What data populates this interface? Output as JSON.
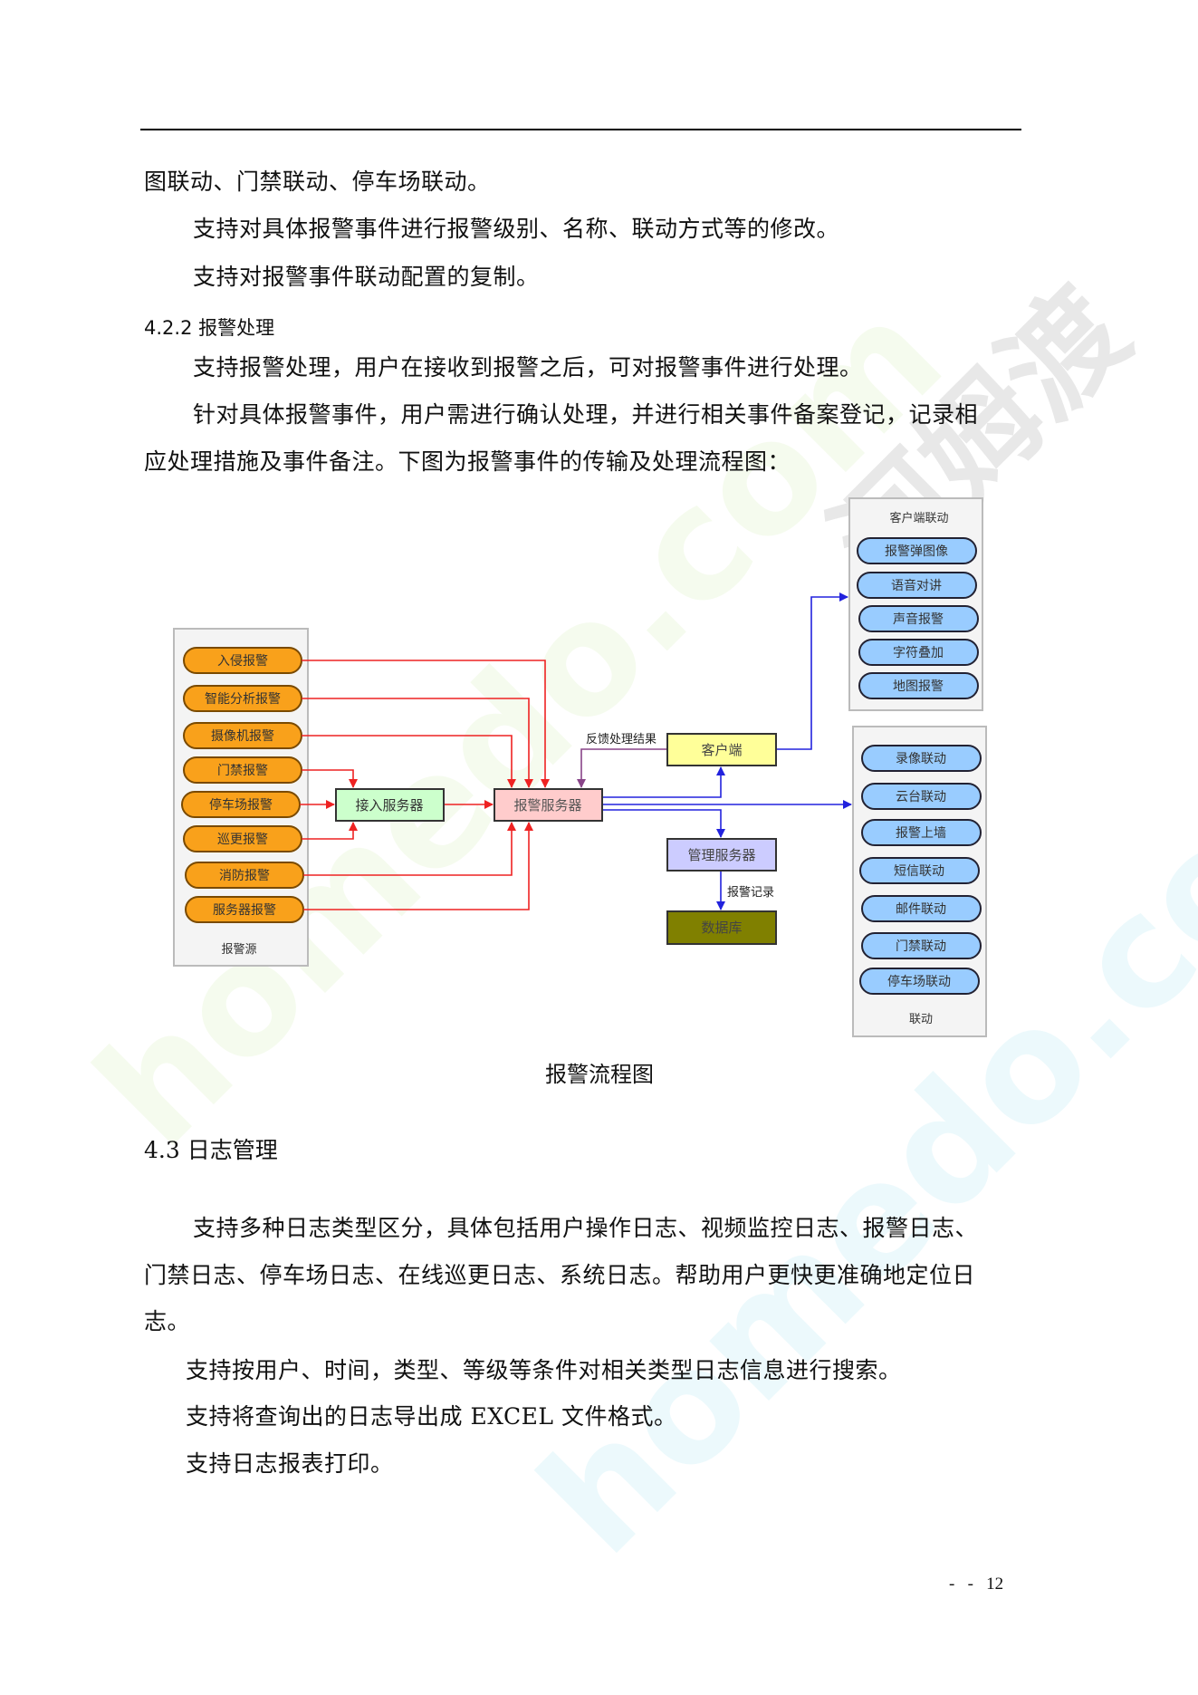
{
  "body": {
    "lines_top": [
      "图联动、门禁联动、停车场联动。",
      "支持对具体报警事件进行报警级别、名称、联动方式等的修改。",
      "支持对报警事件联动配置的复制。"
    ],
    "heading_422": "4.2.2 报警处理",
    "lines_422": [
      "支持报警处理，用户在接收到报警之后，可对报警事件进行处理。",
      "针对具体报警事件，用户需进行确认处理，并进行相关事件备案登记，记录相",
      "应处理措施及事件备注。下图为报警事件的传输及处理流程图："
    ],
    "figure_caption": "报警流程图",
    "heading_43": "4.3 日志管理",
    "lines_43": [
      "支持多种日志类型区分，具体包括用户操作日志、视频监控日志、报警日志、",
      "门禁日志、停车场日志、在线巡更日志、系统日志。帮助用户更快更准确地定位日",
      "志。",
      "支持按用户、时间，类型、等级等条件对相关类型日志信息进行搜索。",
      "支持将查询出的日志导出成 EXCEL 文件格式。",
      "支持日志报表打印。"
    ],
    "page_number": "-   -   12"
  },
  "diagram": {
    "sources_title": "报警源",
    "sources": [
      "入侵报警",
      "智能分析报警",
      "摄像机报警",
      "门禁报警",
      "停车场报警",
      "巡更报警",
      "消防报警",
      "服务器报警"
    ],
    "access_server": "接入服务器",
    "alarm_server": "报警服务器",
    "client": "客户端",
    "management_server": "管理服务器",
    "database": "数据库",
    "feedback_label": "反馈处理结果",
    "record_label": "报警记录",
    "client_linkage_title": "客户端联动",
    "client_linkage": [
      "报警弹图像",
      "语音对讲",
      "声音报警",
      "字符叠加",
      "地图报警"
    ],
    "linkage_title": "联动",
    "linkage": [
      "录像联动",
      "云台联动",
      "报警上墙",
      "短信联动",
      "邮件联动",
      "门禁联动",
      "停车场联动"
    ],
    "colors": {
      "source": "#f9a11b",
      "access": "#ccffcc",
      "alarm": "#ffcccc",
      "client": "#ffff99",
      "mgmt": "#ccccff",
      "db": "#808000",
      "pill_blue": "#99ccff",
      "red_line": "#ee2222",
      "blue_line": "#2222dd",
      "purple_line": "#884488"
    }
  },
  "watermarks": {
    "brand_cn": "河姆渡",
    "brand_url": "homedo.com"
  }
}
